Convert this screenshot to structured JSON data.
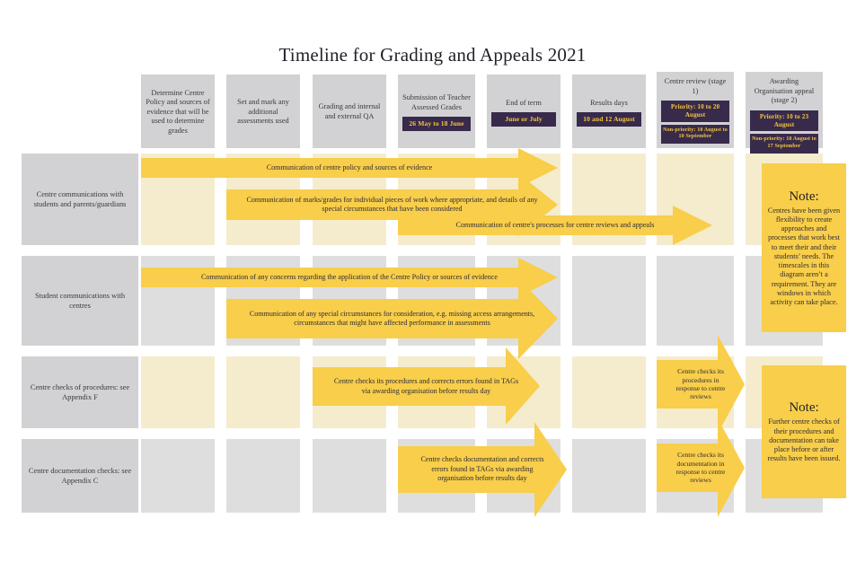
{
  "page": {
    "title": "Timeline for Grading and Appeals 2021",
    "colors": {
      "accent_yellow": "#f8ce4a",
      "band_cream": "#f5ecce",
      "band_grey": "#dededf",
      "header_grey": "#d2d2d4",
      "badge_purple": "#382a4b",
      "badge_text": "#f6c43c",
      "text": "#2f2b33"
    }
  },
  "columns": [
    {
      "id": "determine-centre-policy",
      "title": "Determine Centre Policy and sources of evidence that will be used to determine grades",
      "badges": []
    },
    {
      "id": "additional-assessments",
      "title": "Set and mark any additional assessments used",
      "badges": []
    },
    {
      "id": "grading-and-qa",
      "title": "Grading and internal and external QA",
      "badges": []
    },
    {
      "id": "submission-of-tags",
      "title": "Submission of Teacher Assessed Grades",
      "badges": [
        "26 May to 18 June"
      ]
    },
    {
      "id": "end-of-term",
      "title": "End of term",
      "badges": [
        "June or July"
      ]
    },
    {
      "id": "results-days",
      "title": "Results days",
      "badges": [
        "10 and 12 August"
      ]
    },
    {
      "id": "centre-review",
      "title": "Centre review (stage 1)",
      "badges": [
        "Priority: 10 to 20 August",
        "Non-priority: 10 August to 10 September"
      ]
    },
    {
      "id": "awarding-organisation-appeal",
      "title": "Awarding Organisation appeal (stage 2)",
      "badges": [
        "Priority: 10 to 23 August",
        "Non-priority: 10 August to 17 September"
      ]
    }
  ],
  "rows": [
    {
      "id": "centre-communications",
      "label": "Centre communications with students and parents/guardians"
    },
    {
      "id": "student-communications",
      "label": "Student communications with centres"
    },
    {
      "id": "centre-checks-procedures",
      "label": "Centre checks of procedures: see Appendix F"
    },
    {
      "id": "centre-documentation-checks",
      "label": "Centre documentation checks: see Appendix C"
    }
  ],
  "arrows": [
    {
      "id": "arrow-centre-policy-communication",
      "row": 0,
      "text": "Communication of centre policy and sources of evidence"
    },
    {
      "id": "arrow-marks-grades-communication",
      "row": 0,
      "text": "Communication of marks/grades for individual pieces of work where appropriate, and details of any special circumstances that have been considered"
    },
    {
      "id": "arrow-centre-review-process-communication",
      "row": 0,
      "text": "Communication of centre's processes for centre reviews and appeals"
    },
    {
      "id": "arrow-student-concerns",
      "row": 1,
      "text": "Communication of any concerns regarding the application of the Centre Policy or sources of evidence"
    },
    {
      "id": "arrow-special-circumstances",
      "row": 1,
      "text": "Communication of any special circumstances for consideration, e.g. missing access arrangements, circumstances that might have affected performance in assessments"
    },
    {
      "id": "arrow-centre-checks-procedures-tags",
      "row": 2,
      "text": "Centre checks its procedures and corrects errors found in TAGs via awarding organisation before results day"
    },
    {
      "id": "arrow-centre-checks-procedures-review",
      "row": 2,
      "text": "Centre checks its procedures in response to centre reviews"
    },
    {
      "id": "arrow-centre-checks-documentation-tags",
      "row": 3,
      "text": "Centre checks documentation and corrects errors found in TAGs via awarding organisation before results day"
    },
    {
      "id": "arrow-centre-checks-documentation-review",
      "row": 3,
      "text": "Centre checks its documentation in response to centre reviews"
    }
  ],
  "notes": [
    {
      "id": "note-flexibility",
      "heading": "Note:",
      "body": "Centres have been given flexibility to create approaches and processes that work best to meet their and their students’ needs. The timescales in this diagram aren’t a requirement. They are windows in which activity can take place."
    },
    {
      "id": "note-further-checks",
      "heading": "Note:",
      "body": "Further centre checks of their procedures and documentation can take place before or after results have been issued."
    }
  ]
}
